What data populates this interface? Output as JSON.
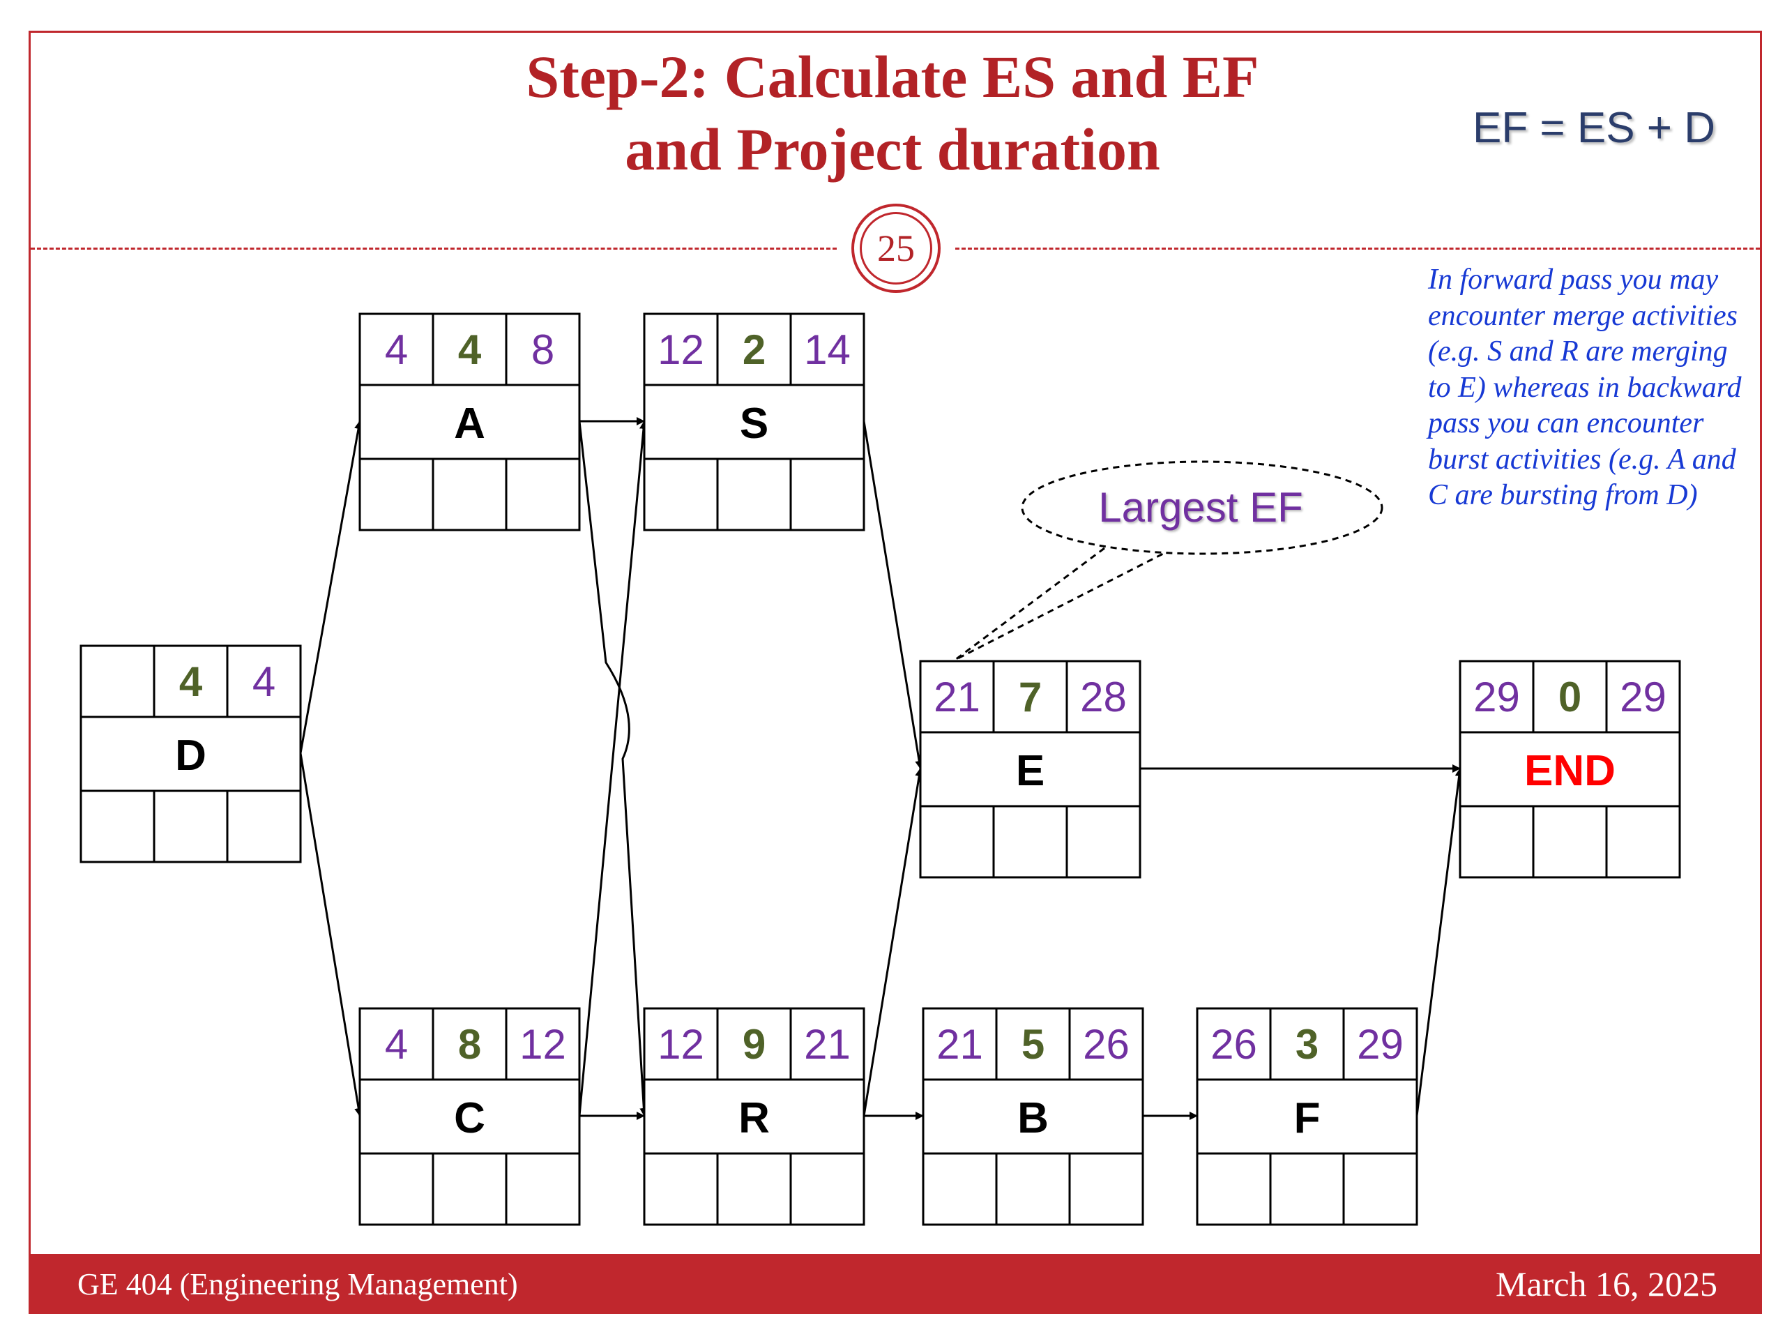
{
  "slide": {
    "title_line1": "Step-2: Calculate ES and EF",
    "title_line2": "and Project duration",
    "formula": "EF = ES + D",
    "slide_number": "25",
    "note": "In forward pass you may encounter merge activities (e.g. S and R are merging to E) whereas in backward pass you can encounter burst activities (e.g. A and C are bursting from D)",
    "callout": "Largest EF",
    "footer_left": "GE 404 (Engineering Management)",
    "footer_right": "March 16, 2025"
  },
  "colors": {
    "accent": "#c0272d",
    "title": "#b22226",
    "es_ef": "#7030a0",
    "duration": "#4f6228",
    "end_label": "#ff0000",
    "note": "#1739d4",
    "formula": "#2b3d6b"
  },
  "nodes": [
    {
      "id": "D",
      "label": "D",
      "es": "",
      "dur": "4",
      "ef": "4"
    },
    {
      "id": "A",
      "label": "A",
      "es": "4",
      "dur": "4",
      "ef": "8"
    },
    {
      "id": "C",
      "label": "C",
      "es": "4",
      "dur": "8",
      "ef": "12"
    },
    {
      "id": "S",
      "label": "S",
      "es": "12",
      "dur": "2",
      "ef": "14"
    },
    {
      "id": "R",
      "label": "R",
      "es": "12",
      "dur": "9",
      "ef": "21"
    },
    {
      "id": "E",
      "label": "E",
      "es": "21",
      "dur": "7",
      "ef": "28"
    },
    {
      "id": "B",
      "label": "B",
      "es": "21",
      "dur": "5",
      "ef": "26"
    },
    {
      "id": "F",
      "label": "F",
      "es": "26",
      "dur": "3",
      "ef": "29"
    },
    {
      "id": "END",
      "label": "END",
      "es": "29",
      "dur": "0",
      "ef": "29"
    }
  ],
  "edges": [
    [
      "D",
      "A"
    ],
    [
      "D",
      "C"
    ],
    [
      "A",
      "S"
    ],
    [
      "A",
      "R"
    ],
    [
      "C",
      "S"
    ],
    [
      "C",
      "R"
    ],
    [
      "S",
      "E"
    ],
    [
      "R",
      "E"
    ],
    [
      "R",
      "B"
    ],
    [
      "B",
      "F"
    ],
    [
      "E",
      "END"
    ],
    [
      "F",
      "END"
    ]
  ]
}
